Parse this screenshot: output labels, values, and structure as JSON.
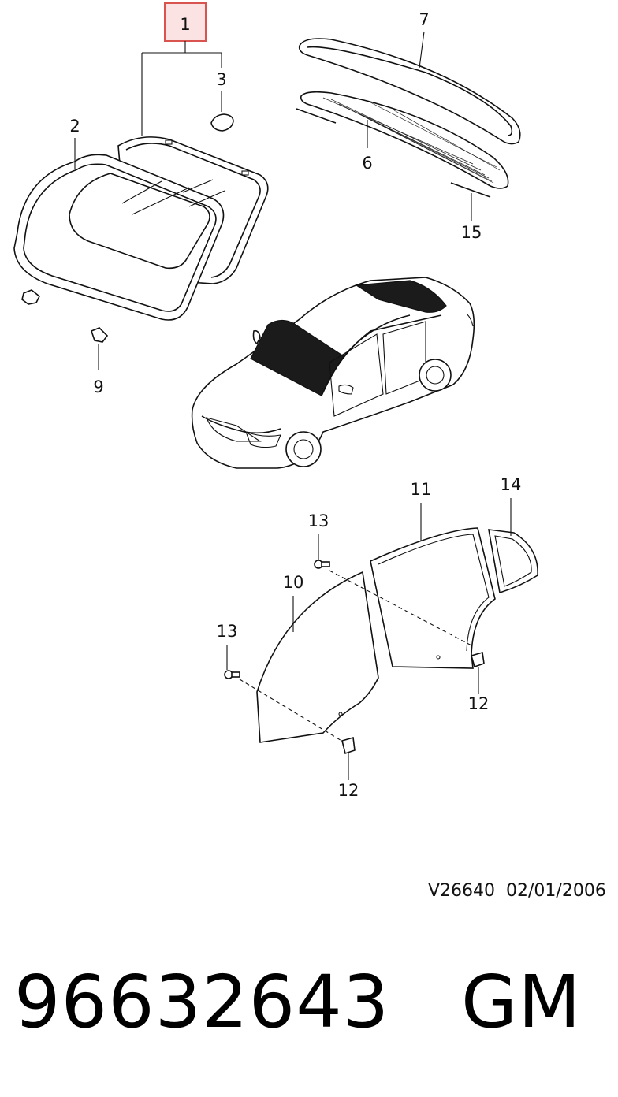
{
  "callouts": {
    "c1": "1",
    "c2": "2",
    "c3": "3",
    "c6": "6",
    "c7": "7",
    "c9": "9",
    "c10": "10",
    "c11": "11",
    "c12a": "12",
    "c12b": "12",
    "c13a": "13",
    "c13b": "13",
    "c14": "14",
    "c15": "15"
  },
  "highlight_color": "#d9534f",
  "footer": {
    "diagram_code": "V26640  02/01/2006",
    "part_number": "96632643",
    "brand": "GM"
  }
}
